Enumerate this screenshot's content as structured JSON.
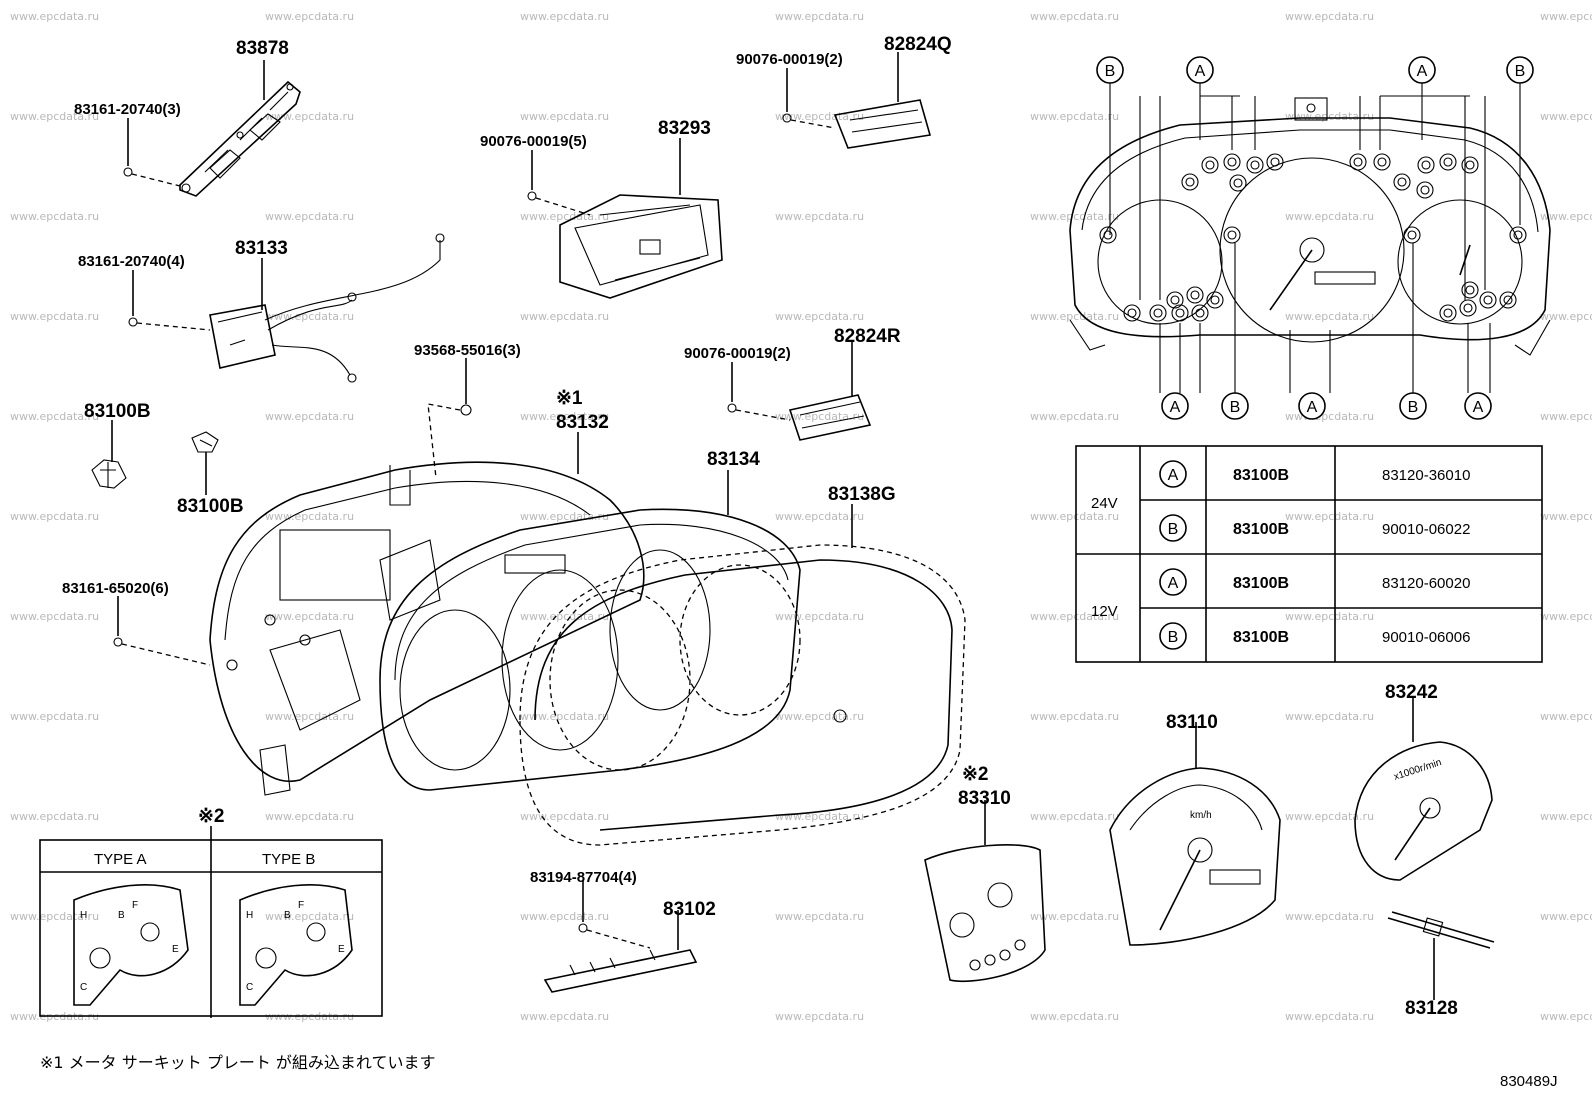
{
  "watermark": "www.epcdata.ru",
  "callouts": {
    "p83878": "83878",
    "s83161_20740_3": "83161-20740(3)",
    "p83133": "83133",
    "s83161_20740_4": "83161-20740(4)",
    "p83100b_a": "83100B",
    "p83100b_b": "83100B",
    "s83161_65020_6": "83161-65020(6)",
    "s90076_5": "90076-00019(5)",
    "p83293": "83293",
    "s90076_2a": "90076-00019(2)",
    "p82824q": "82824Q",
    "s93568": "93568-55016(3)",
    "mark1": "※1",
    "p83132": "83132",
    "s90076_2b": "90076-00019(2)",
    "p82824r": "82824R",
    "p83134": "83134",
    "p83138g": "83138G",
    "mark2a": "※2",
    "mark2b": "※2",
    "p83310": "83310",
    "s83194": "83194-87704(4)",
    "p83102": "83102",
    "p83110": "83110",
    "p83242": "83242",
    "p83128": "83128"
  },
  "bulb_markers": {
    "a": "A",
    "b": "B"
  },
  "bulb_table": {
    "rows": [
      {
        "voltage": "24V",
        "marker": "A",
        "part": "83100B",
        "number": "83120-36010"
      },
      {
        "voltage": "",
        "marker": "B",
        "part": "83100B",
        "number": "90010-06022"
      },
      {
        "voltage": "12V",
        "marker": "A",
        "part": "83100B",
        "number": "83120-60020"
      },
      {
        "voltage": "",
        "marker": "B",
        "part": "83100B",
        "number": "90010-06006"
      }
    ]
  },
  "gauge_types": {
    "type_a": "TYPE A",
    "type_b": "TYPE B"
  },
  "gauge_letters": {
    "h": "H",
    "c": "C",
    "f": "F",
    "e": "E",
    "b": "B"
  },
  "speedo_unit": "km/h",
  "tacho_unit": "x1000r/min",
  "footnote": "※1 メータ サーキット プレート が組み込まれています",
  "diagram_code": "830489J"
}
